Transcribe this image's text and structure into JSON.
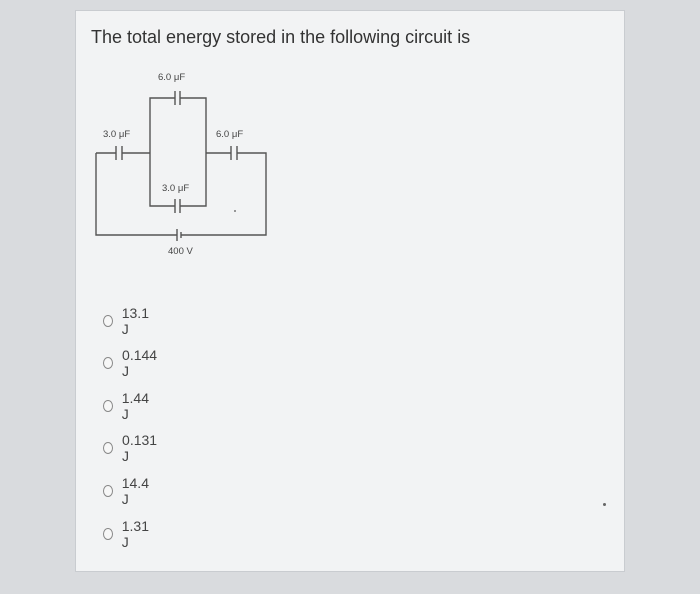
{
  "question": {
    "title": "The total energy stored in the following circuit is"
  },
  "circuit": {
    "cap_top_label": "6.0 μF",
    "cap_left_label": "3.0 μF",
    "cap_right_label": "6.0 μF",
    "cap_middle_label": "3.0 μF",
    "voltage_label": "400 V"
  },
  "options": [
    {
      "label": "13.1 J"
    },
    {
      "label": "0.144 J"
    },
    {
      "label": "1.44 J"
    },
    {
      "label": "0.131 J"
    },
    {
      "label": "14.4 J"
    },
    {
      "label": "1.31 J"
    }
  ]
}
